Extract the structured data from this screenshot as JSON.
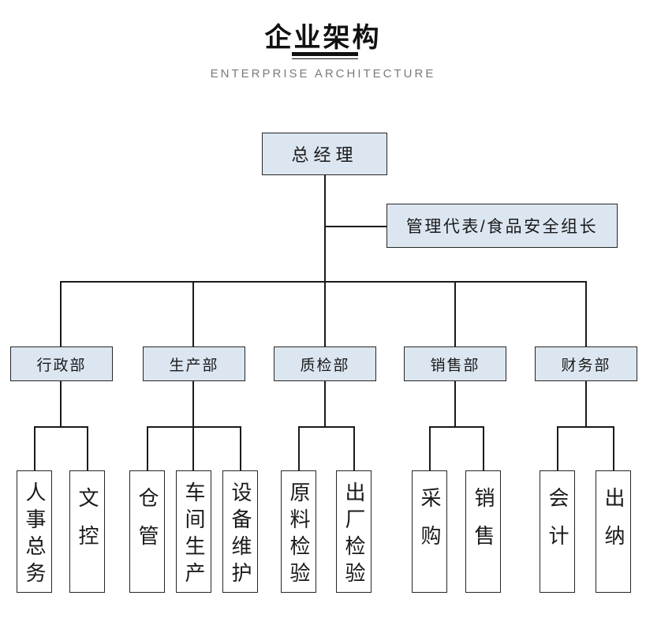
{
  "header": {
    "title": "企业架构",
    "subtitle": "ENTERPRISE ARCHITECTURE"
  },
  "colors": {
    "node_fill": "#dce6f1",
    "node_border": "#262626",
    "connector": "#1a1a1a",
    "title_text": "#111111",
    "subtitle_text": "#7a7a7a",
    "child_node_fill": "#ffffff"
  },
  "org": {
    "root": {
      "label": "总经理"
    },
    "staff": {
      "label": "管理代表/食品安全组长"
    },
    "departments": [
      {
        "label": "行政部",
        "children": [
          "人事总务",
          "文控"
        ]
      },
      {
        "label": "生产部",
        "children": [
          "仓管",
          "车间生产",
          "设备维护"
        ]
      },
      {
        "label": "质检部",
        "children": [
          "原料检验",
          "出厂检验"
        ]
      },
      {
        "label": "销售部",
        "children": [
          "采购",
          "销售"
        ]
      },
      {
        "label": "财务部",
        "children": [
          "会计",
          "出纳"
        ]
      }
    ]
  }
}
